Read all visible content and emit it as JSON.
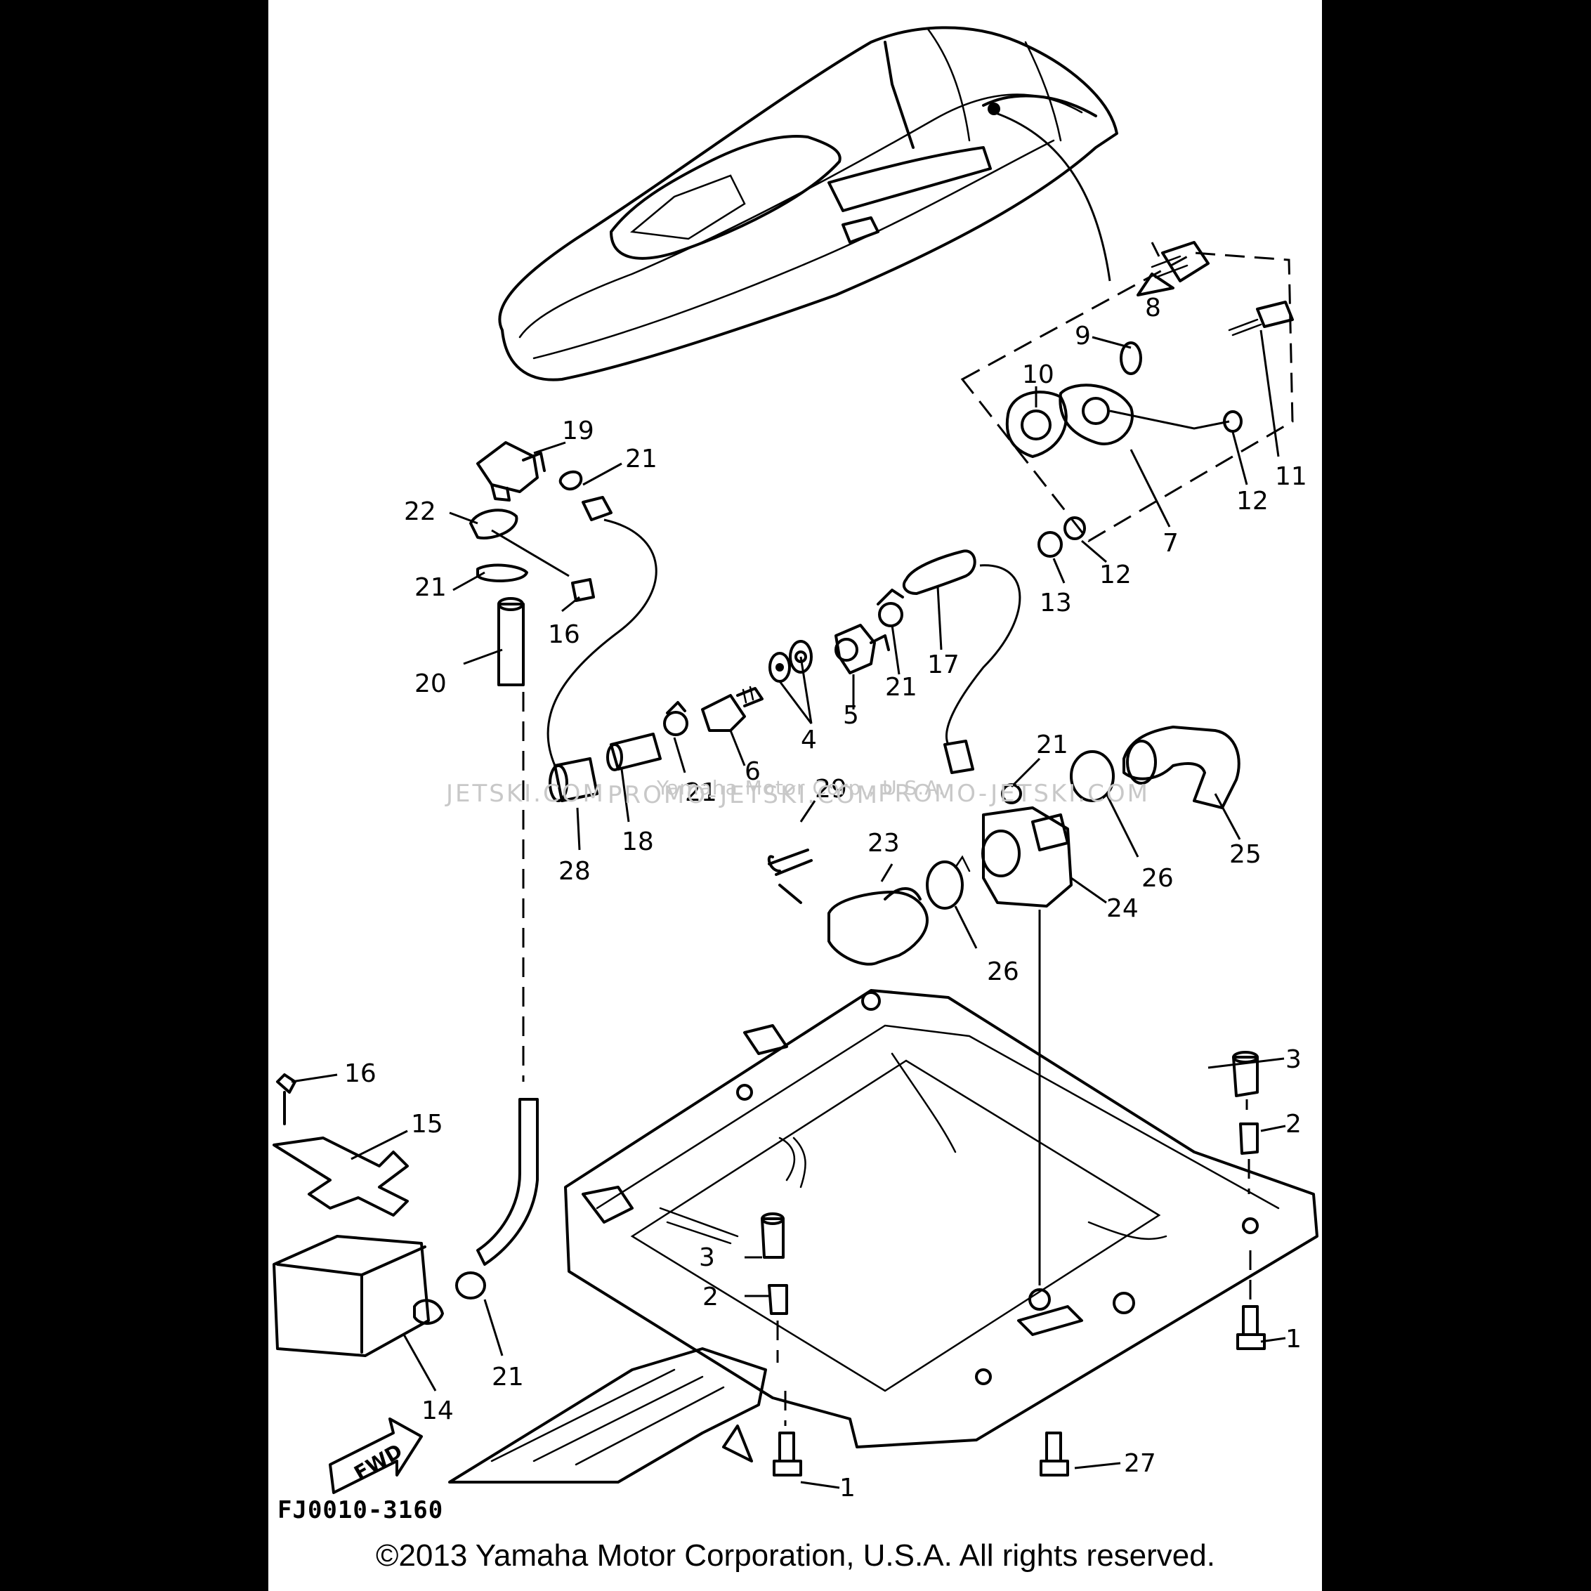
{
  "diagram": {
    "part_code": "FJ0010-3160",
    "copyright": "©2013 Yamaha Motor Corporation, U.S.A. All rights reserved.",
    "direction_arrow": "FWD",
    "watermarks": [
      "JETSKI.COM",
      "PROMO-JETSKI.COM",
      "Yamaha Motor Corp., U.S.A.",
      "PROMO-JETSKI.COM"
    ],
    "callouts": {
      "n1": "1",
      "n2": "2",
      "n3": "3",
      "n4": "4",
      "n5": "5",
      "n6": "6",
      "n7": "7",
      "n8": "8",
      "n9": "9",
      "n10": "10",
      "n11": "11",
      "n12": "12",
      "n13": "13",
      "n14": "14",
      "n15": "15",
      "n16": "16",
      "n17": "17",
      "n18": "18",
      "n19": "19",
      "n20": "20",
      "n21": "21",
      "n22": "22",
      "n23": "23",
      "n24": "24",
      "n25": "25",
      "n26": "26",
      "n27": "27",
      "n28": "28",
      "n29": "29"
    }
  }
}
